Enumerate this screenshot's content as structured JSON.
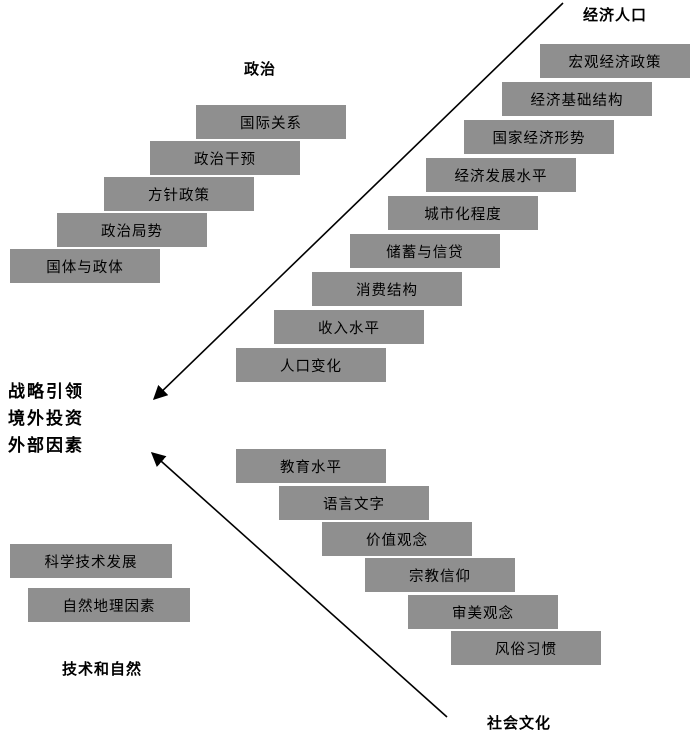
{
  "title_labels": {
    "economy": "经济人口",
    "politics": "政治",
    "culture": "社会文化",
    "tech": "技术和自然"
  },
  "center_text": {
    "lines": [
      "战略引领",
      "境外投资",
      "外部因素"
    ]
  },
  "factors": {
    "politics": [
      "国际关系",
      "政治干预",
      "方针政策",
      "政治局势",
      "国体与政体"
    ],
    "economy": [
      "宏观经济政策",
      "经济基础结构",
      "国家经济形势",
      "经济发展水平",
      "城市化程度",
      "储蓄与信贷",
      "消费结构",
      "收入水平",
      "人口变化"
    ],
    "culture": [
      "教育水平",
      "语言文字",
      "价值观念",
      "宗教信仰",
      "审美观念",
      "风俗习惯"
    ],
    "tech": [
      "科学技术发展",
      "自然地理因素"
    ]
  },
  "colors": {
    "box_fill": "#8f8f8f",
    "text": "#000000",
    "arrow": "#000000"
  }
}
